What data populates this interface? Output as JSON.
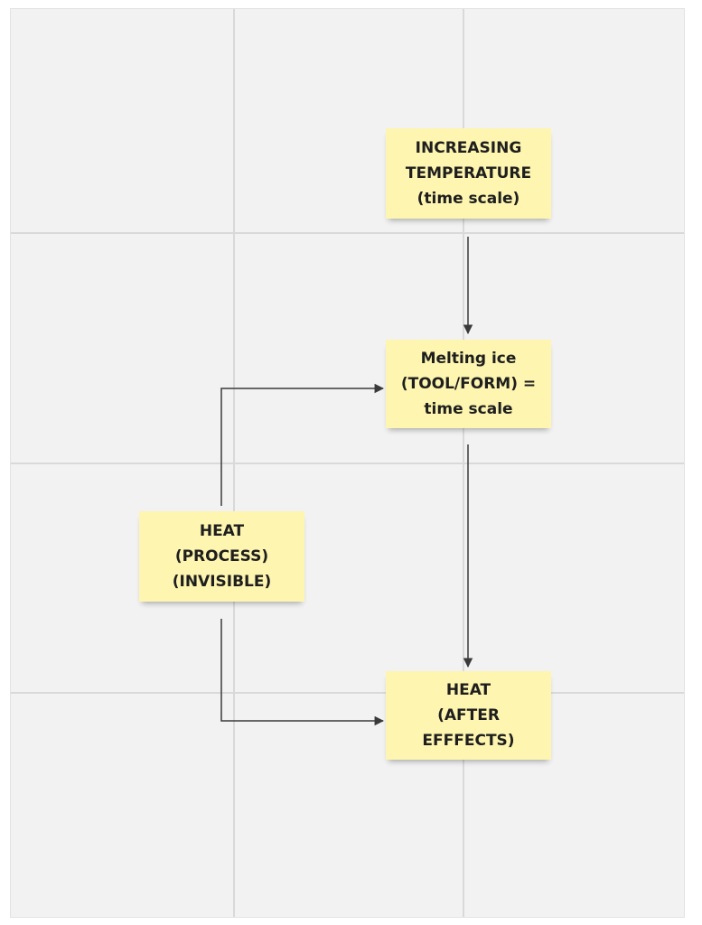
{
  "diagram": {
    "nodes": {
      "increasing_temperature": {
        "text": "INCREASING\nTEMPERATURE\n(time scale)"
      },
      "melting_ice": {
        "text": "Melting ice\n(TOOL/FORM) =\ntime scale"
      },
      "heat_process": {
        "text": "HEAT\n(PROCESS)\n(INVISIBLE)"
      },
      "heat_after_effects": {
        "text": "HEAT\n(AFTER\nEFFFECTS)"
      }
    },
    "edges": [
      {
        "from": "increasing_temperature",
        "to": "melting_ice"
      },
      {
        "from": "melting_ice",
        "to": "heat_after_effects"
      },
      {
        "from": "heat_process",
        "to": "melting_ice"
      },
      {
        "from": "heat_process",
        "to": "heat_after_effects"
      }
    ],
    "colors": {
      "board": "#f2f2f2",
      "grid": "#d9d9d9",
      "sticky_note": "#fdf5b0",
      "connector": "#3a3a3a",
      "text": "#1e1e1e"
    }
  }
}
